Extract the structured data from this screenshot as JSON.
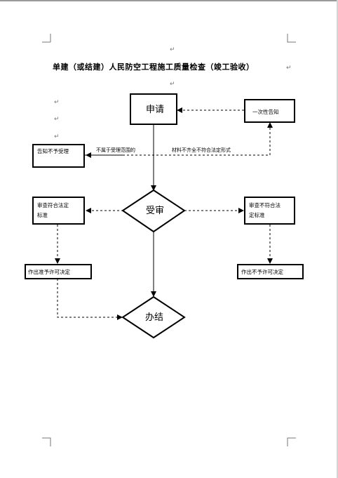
{
  "document": {
    "title": "单建（或结建）人民防空工程施工质量检查（竣工验收）",
    "para_mark": "↵"
  },
  "flow": {
    "apply": "申请",
    "notify_once": "一次性告知",
    "notify_reject": "告知不予受理",
    "edge_not_in_scope": "不属于受理范围的",
    "edge_incomplete": "材料不齐全不符合法定形式",
    "accept": "受审",
    "meets_line1": "审查符合法定",
    "meets_line2": "标准",
    "notmeets_line1": "审查不符合法",
    "notmeets_line2": "定标准",
    "decide_grant": "作出准予许可决定",
    "decide_deny": "作出不予许可决定",
    "finish": "办结"
  }
}
